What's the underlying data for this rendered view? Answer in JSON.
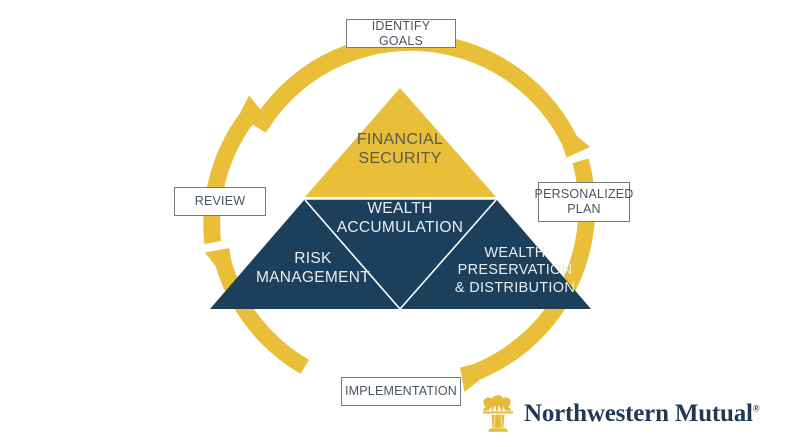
{
  "diagram": {
    "title": "Northwestern Mutual financial planning cycle",
    "colors": {
      "gold": "#E9BE38",
      "gold_dark": "#E0B62F",
      "navy": "#1C3F5B",
      "navy_dark": "#16374F",
      "chip_border": "#6F7B86",
      "chip_text": "#4A5560",
      "triangle_top_text": "#5A5A52",
      "triangle_bottom_text": "#E9EEF2",
      "divider": "#FFFFFF",
      "background": "#FFFFFF"
    },
    "cycle_steps": [
      {
        "id": "identify-goals",
        "label": "IDENTIFY GOALS",
        "position": "top"
      },
      {
        "id": "personalized-plan",
        "label": "PERSONALIZED\nPLAN",
        "position": "right"
      },
      {
        "id": "implementation",
        "label": "IMPLEMENTATION",
        "position": "bottom"
      },
      {
        "id": "review",
        "label": "REVIEW",
        "position": "left"
      }
    ],
    "triangle_segments": [
      {
        "id": "financial-security",
        "label": "FINANCIAL\nSECURITY",
        "fill": "gold",
        "position": "apex"
      },
      {
        "id": "wealth-accumulation",
        "label": "WEALTH\nACCUMULATION",
        "fill": "navy",
        "position": "center"
      },
      {
        "id": "risk-management",
        "label": "RISK\nMANAGEMENT",
        "fill": "navy",
        "position": "bottom-left"
      },
      {
        "id": "wealth-preservation-distribution",
        "label": "WEALTH\nPRESERVATION\n& DISTRIBUTION",
        "fill": "navy",
        "position": "bottom-right"
      }
    ]
  },
  "brand": {
    "name": "Northwestern Mutual",
    "trademark": "®",
    "mark_name": "column-capital-icon"
  }
}
